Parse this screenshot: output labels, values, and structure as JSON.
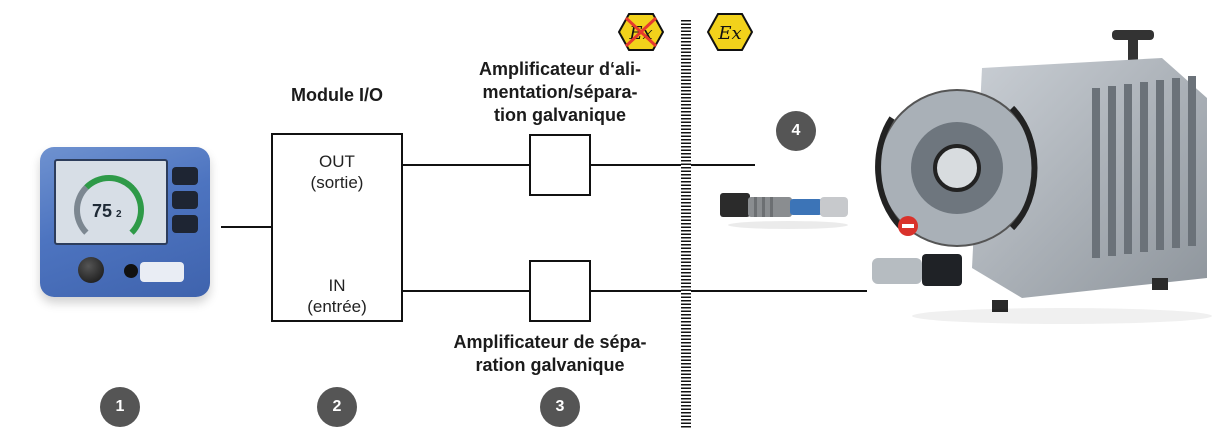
{
  "labels": {
    "module_title": "Module I/O",
    "port_out_line1": "OUT",
    "port_out_line2": "(sortie)",
    "port_in_line1": "IN",
    "port_in_line2": "(entrée)",
    "amp_top_line1": "Amplificateur d‘ali-",
    "amp_top_line2": "mentation/sépara-",
    "amp_top_line3": "tion galvanique",
    "amp_bottom_line1": "Amplificateur de sépa-",
    "amp_bottom_line2": "ration galvanique"
  },
  "badges": [
    "1",
    "2",
    "3",
    "4"
  ],
  "controller": {
    "display_value": "75",
    "display_unit": "2"
  },
  "symbols": {
    "ex_no_zone_icon": "ex-crossed-icon",
    "ex_zone_icon": "ex-atex-icon"
  },
  "colors": {
    "badge": "#555555",
    "ex_yellow": "#f2d21b",
    "ex_cross": "#e63a2e",
    "controller_blue": "#4d74c0"
  }
}
